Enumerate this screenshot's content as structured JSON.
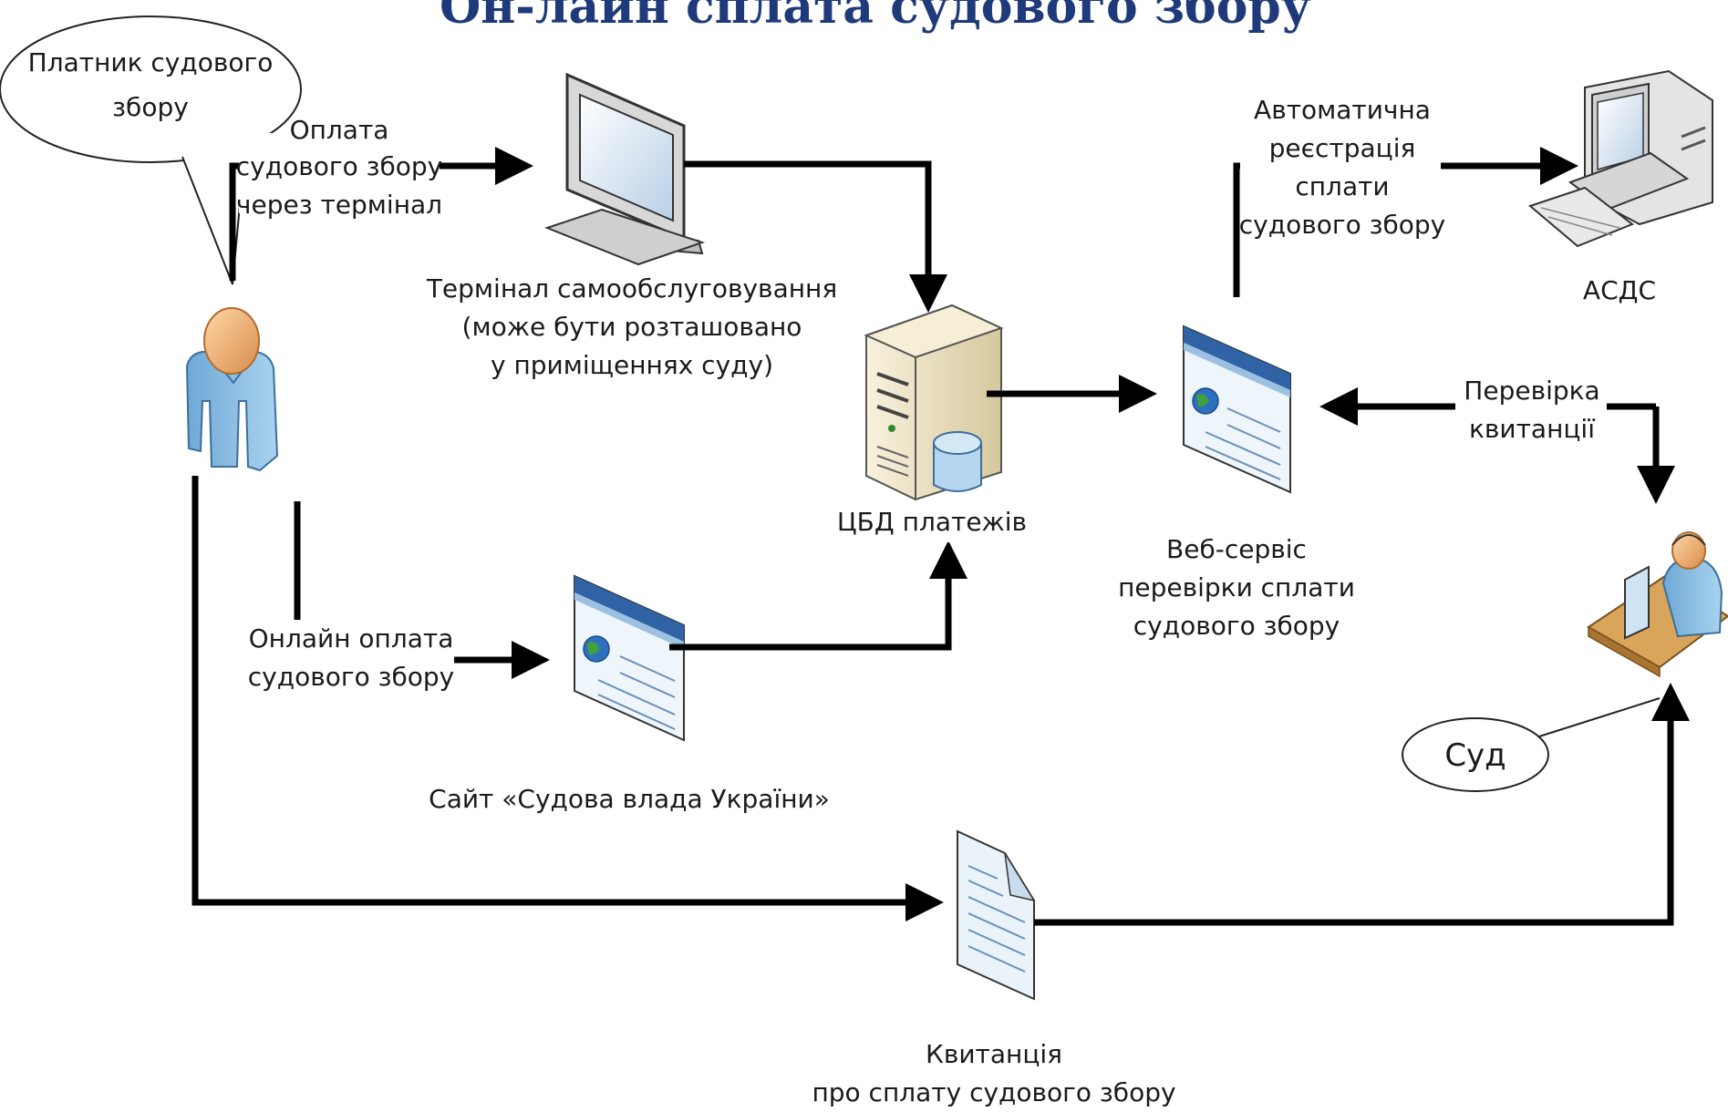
{
  "diagram": {
    "title": "Он-лайн сплата судового збору",
    "payer_bubble": [
      "Платник судового",
      "збору"
    ],
    "edge_terminal": [
      "Оплата",
      "судового збору",
      "через термінал"
    ],
    "terminal": [
      "Термінал самообслуговування",
      "(може бути розташовано",
      "у приміщеннях суду)"
    ],
    "db": [
      "ЦБД платежів"
    ],
    "auto_reg": [
      "Автоматична",
      "реєстрація",
      "сплати",
      "судового збору"
    ],
    "asds": [
      "АСДС"
    ],
    "check_receipt": [
      "Перевірка",
      "квитанції"
    ],
    "webservice": [
      "Веб-сервіс",
      "перевірки сплати",
      "судового збору"
    ],
    "online_pay": [
      "Онлайн оплата",
      "судового збору"
    ],
    "site": [
      "Сайт «Судова влада України»"
    ],
    "court_bubble": [
      "Суд"
    ],
    "receipt": [
      "Квитанція",
      "про сплату судового збору"
    ]
  },
  "colors": {
    "title": "#1f3a7a",
    "accent_blue": "#4a7ebb",
    "person_blue": "#8ec3e6",
    "skin": "#f2b47a",
    "server_beige": "#efe6c8",
    "desk_wood": "#d9a55a"
  },
  "icons": [
    "person-icon",
    "terminal-monitor-icon",
    "database-server-icon",
    "web-service-icon",
    "website-icon",
    "asds-computer-icon",
    "court-operator-icon",
    "receipt-document-icon"
  ]
}
